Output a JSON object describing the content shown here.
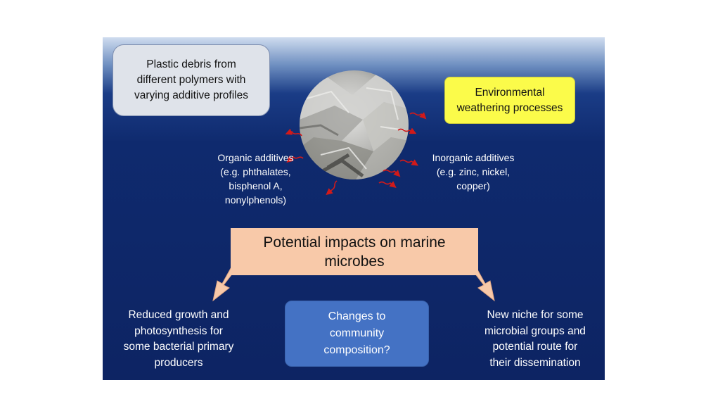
{
  "diagram": {
    "plastic_box": {
      "lines": [
        "Plastic debris from",
        "different polymers with",
        "varying additive profiles"
      ]
    },
    "weathering_box": {
      "lines": [
        "Environmental",
        "weathering processes"
      ]
    },
    "organic_additives": {
      "lines": [
        "Organic additives",
        "(e.g. phthalates,",
        "bisphenol A,",
        "nonylphenols)"
      ]
    },
    "inorganic_additives": {
      "lines": [
        "Inorganic additives",
        "(e.g. zinc, nickel,",
        "copper)"
      ]
    },
    "impacts_box": {
      "lines": [
        "Potential impacts on marine",
        "microbes"
      ]
    },
    "community_box": {
      "lines": [
        "Changes to",
        "community",
        "composition?"
      ]
    },
    "reduced_growth": {
      "lines": [
        "Reduced growth and",
        "photosynthesis for",
        "some bacterial primary",
        "producers"
      ]
    },
    "new_niche": {
      "lines": [
        "New niche for some",
        "microbial groups and",
        "potential route for",
        "their dissemination"
      ]
    },
    "image": {
      "icon": "crumpled-plastic-photo"
    },
    "colors": {
      "background": "#0d2463",
      "plastic_box": "#dfe3ea",
      "weathering_box": "#fbfb4a",
      "impacts_box": "#f8c9a9",
      "community_box": "#4472c4",
      "wiggle_arrows": "#d11a1a"
    }
  }
}
